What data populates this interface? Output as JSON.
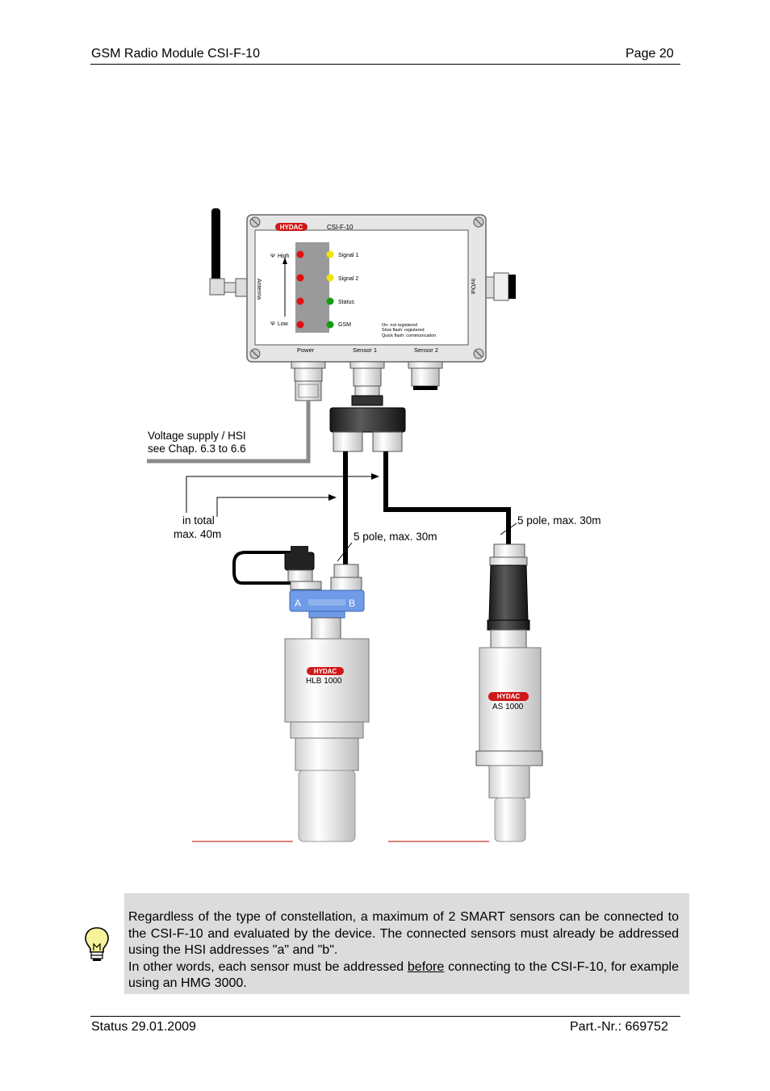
{
  "header": {
    "title": "GSM Radio Module CSI-F-10",
    "page": "Page 20"
  },
  "footer": {
    "status": "Status 29.01.2009",
    "part": "Part.-Nr.: 669752"
  },
  "diagram": {
    "device": {
      "brand": "HYDAC",
      "model": "CSI-F-10",
      "antenna_label": "Antenna",
      "inout_label": "In/Out",
      "signal_high": "High",
      "signal_low": "Low",
      "led_labels": [
        "Signal 1",
        "Signal 2",
        "Status",
        "GSM"
      ],
      "legend": [
        "On: not registered",
        "Slow flash: registered",
        "Quick flash: communication"
      ],
      "ports": [
        "Power",
        "Sensor 1",
        "Sensor 2"
      ]
    },
    "supply_line1": "Voltage supply / HSI",
    "supply_line2": "see Chap. 6.3 to 6.6",
    "total_line1": "in total",
    "total_line2": "max. 40m",
    "cable_a": "5 pole, max. 30m",
    "cable_b": "5 pole, max. 30m",
    "adapter_a": "A",
    "adapter_b": "B",
    "sensor1_brand": "HYDAC",
    "sensor1_model": "HLB 1000",
    "sensor2_brand": "HYDAC",
    "sensor2_model": "AS 1000"
  },
  "note": {
    "para1": "Regardless of the type of constellation, a maximum of 2 SMART sensors can be connected to the CSI-F-10 and evaluated by the device. The connected sensors must already be addressed using the HSI addresses \"a\" and \"b\".",
    "para2_pre": "In other words, each sensor must be addressed ",
    "para2_underlined": "before",
    "para2_post": " connecting to the CSI-F-10, for example using an HMG 3000."
  },
  "colors": {
    "led_red": "#e01010",
    "led_yellow": "#f2e400",
    "led_green": "#12a012",
    "adapter_blue": "#6f9be8",
    "brand_red": "#d01818",
    "accent_line": "#c0392b",
    "note_bg": "#dcdcdc"
  },
  "icons": {
    "tip": "lightbulb-icon"
  }
}
